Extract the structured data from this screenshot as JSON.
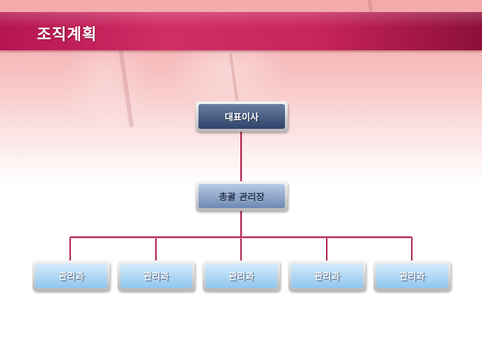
{
  "title": "조직계획",
  "colors": {
    "header": "#c8245d",
    "connector": "#b0244f",
    "top_node": "#2f436a",
    "mid_node": "#6e88b2",
    "leaf_node": "#8fc6ee"
  },
  "org_chart": {
    "root": "대표이사",
    "manager": "총괄 관리장",
    "departments": [
      "관리과",
      "관리과",
      "관리과",
      "관리과",
      "관리과"
    ]
  }
}
